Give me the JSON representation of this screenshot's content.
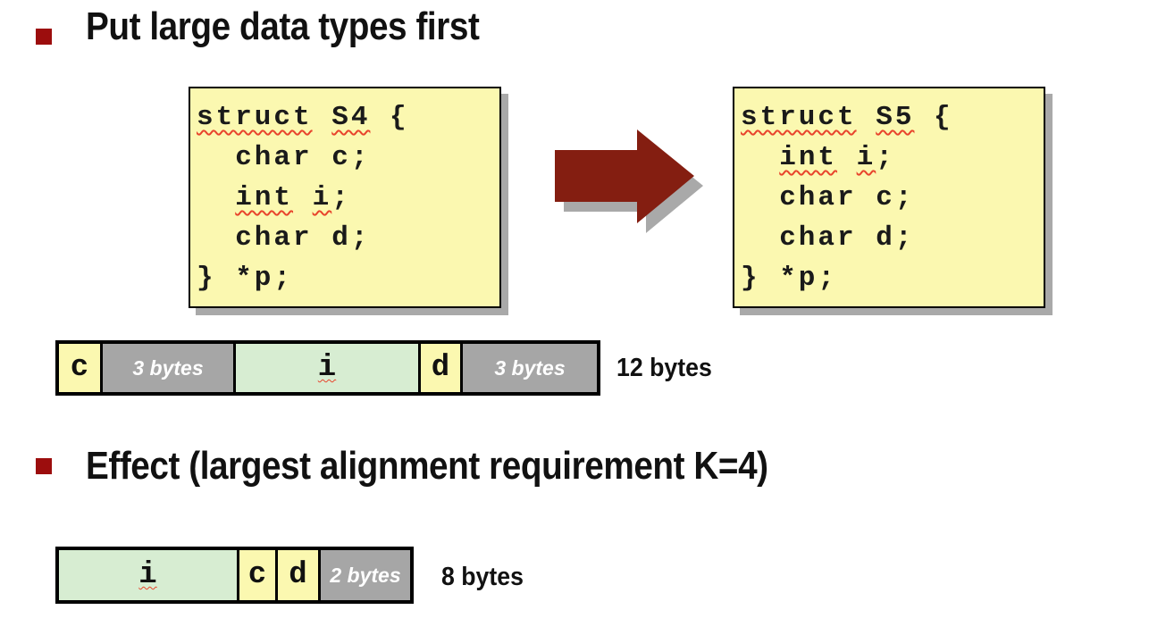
{
  "slide": {
    "bullet1": "Put large data types first",
    "bullet2": "Effect (largest alignment requirement K=4)"
  },
  "code_s4": {
    "l1": [
      "struct",
      " ",
      "S4",
      " {"
    ],
    "l2": "  char c;",
    "l3": [
      "  ",
      "int",
      " ",
      "i",
      ";"
    ],
    "l4": "  char d;",
    "l5": "} *p;"
  },
  "code_s5": {
    "l1": [
      "struct",
      " ",
      "S5",
      " {"
    ],
    "l2": [
      "  ",
      "int",
      " ",
      "i",
      ";"
    ],
    "l3": "  char c;",
    "l4": "  char d;",
    "l5": "} *p;"
  },
  "layout_s4": {
    "cells": [
      {
        "label": "c",
        "type": "char",
        "bytes": 1
      },
      {
        "label": "3 bytes",
        "type": "padding",
        "bytes": 3
      },
      {
        "label": "i",
        "type": "int",
        "bytes": 4
      },
      {
        "label": "d",
        "type": "char",
        "bytes": 1
      },
      {
        "label": "3 bytes",
        "type": "padding",
        "bytes": 3
      }
    ],
    "total": "12 bytes"
  },
  "layout_s5": {
    "cells": [
      {
        "label": "i",
        "type": "int",
        "bytes": 4
      },
      {
        "label": "c",
        "type": "char",
        "bytes": 1
      },
      {
        "label": "d",
        "type": "char",
        "bytes": 1
      },
      {
        "label": "2 bytes",
        "type": "padding",
        "bytes": 2
      }
    ],
    "total": "8 bytes"
  },
  "colors": {
    "bullet_red": "#9C0D0D",
    "arrow_red": "#841E11",
    "shadow_gray": "#A9A9A9",
    "code_box_yellow": "#FBF8B0",
    "char_cell_yellow": "#FBF8B0",
    "int_cell_green": "#D7EDD2",
    "padding_cell_gray": "#A6A6A6",
    "squiggle_red": "#E8442C"
  }
}
